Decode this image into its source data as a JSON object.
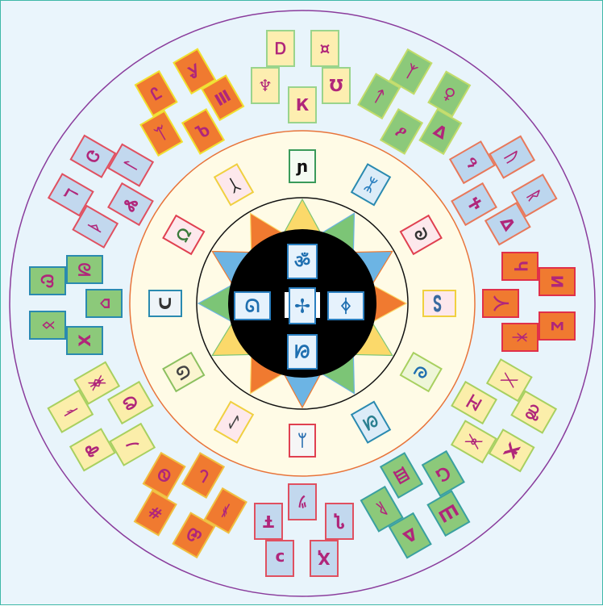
{
  "colors": {
    "background": "#eaf5fc",
    "frame": "#3fb8a8",
    "outer_ring": "#8a3c9c",
    "middle_ring": "#e8743a",
    "middle_fill": "#fffbe6",
    "inner_ring": "#111111",
    "disk": "#000000",
    "glyph_outer": "#b0267a",
    "glyph_center": "#1f6fb0",
    "center_card": "#e6f2fc",
    "center_card_border": "#2a7fc0"
  },
  "star_colors": [
    "#fbd96a",
    "#7cc576",
    "#6cb4e4",
    "#f07a30"
  ],
  "outer_groups": [
    {
      "fill": "#fdeeb0",
      "border": "#9ad48c",
      "glyphs": [
        "Ꭰ",
        "¤",
        "♆",
        "К",
        "Ʊ"
      ]
    },
    {
      "fill": "#8cc97a",
      "border": "#c2dc6a",
      "glyphs": [
        "ᛉ",
        "♀",
        "ᛏ",
        "ዖ",
        "Δ"
      ]
    },
    {
      "fill": "#bcd6ee",
      "border": "#e8785a",
      "glyphs": [
        "ᚢ",
        "ᚱ",
        "ዓ",
        "Ⴕ",
        "Δ"
      ]
    },
    {
      "fill": "#f07a30",
      "border": "#e0304a",
      "glyphs": [
        "ⵍ",
        "ⵉ",
        "Ⴗ",
        "人",
        "ᛡ"
      ]
    },
    {
      "fill": "#fbeeaa",
      "border": "#a8d060",
      "glyphs": [
        "ൻ",
        "ⵅ",
        "ᚷ",
        "ヱ",
        "ᚸ"
      ]
    },
    {
      "fill": "#8cc97a",
      "border": "#3aa0a0",
      "glyphs": [
        "Ш",
        "Δ",
        "Ⴚ",
        "目",
        "ᚱ"
      ]
    },
    {
      "fill": "#c2d8ee",
      "border": "#e05060",
      "glyphs": [
        "Ҳ",
        "ↄ",
        "Ⴂ",
        "ﾂ",
        "Ŧ"
      ]
    },
    {
      "fill": "#f07a30",
      "border": "#f0c040",
      "glyphs": [
        "Ꮿ",
        "#",
        "ᚬ",
        "ᘂ",
        "Ꮻ"
      ]
    },
    {
      "fill": "#fbeeaa",
      "border": "#a8d060",
      "glyphs": [
        "Ꮘ",
        "ᛓ",
        "ﾉ",
        "Ꮼ",
        "ᛤ"
      ]
    },
    {
      "fill": "#8cc97a",
      "border": "#2a8ab0",
      "glyphs": [
        "ᛟ",
        "Ꮗ",
        "ⵝ",
        "⌂",
        "ᘗ"
      ]
    },
    {
      "fill": "#c2d8ee",
      "border": "#e05060",
      "glyphs": [
        "ℸ",
        "Ꮳ",
        "ᚦ",
        "Ꮬ",
        "ᛚ"
      ]
    },
    {
      "fill": "#f07a30",
      "border": "#f0e030",
      "glyphs": [
        "Ꮭ",
        "Ꮍ",
        "ᛠ",
        "Ⴆ",
        "Ⅲ"
      ]
    }
  ],
  "inner_cards": [
    {
      "fill": "#f4fbf2",
      "border": "#3a9a5a",
      "glyph": "ɲ",
      "color": "#111111"
    },
    {
      "fill": "#dcecf8",
      "border": "#2a8ab0",
      "glyph": "ᛯ",
      "color": "#2a7fc0"
    },
    {
      "fill": "#fde8ec",
      "border": "#e04050",
      "glyph": "ᘐ",
      "color": "#333333"
    },
    {
      "fill": "#fde8ec",
      "border": "#f0d040",
      "glyph": "ᔕ",
      "color": "#3a6aa0"
    },
    {
      "fill": "#eef6d8",
      "border": "#a8d060",
      "glyph": "ᘓ",
      "color": "#1f6fb0"
    },
    {
      "fill": "#dcecf8",
      "border": "#2a8ab0",
      "glyph": "ᘛ",
      "color": "#2a7f90"
    },
    {
      "fill": "#f6f6f6",
      "border": "#e04050",
      "glyph": "ᛦ",
      "color": "#2a6fb0"
    },
    {
      "fill": "#fde8ec",
      "border": "#f0d040",
      "glyph": "ᛇ",
      "color": "#444444"
    },
    {
      "fill": "#fbf5d0",
      "border": "#8cc060",
      "glyph": "ᘎ",
      "color": "#444444"
    },
    {
      "fill": "#eef4f8",
      "border": "#2a8ab0",
      "glyph": "ᑕ",
      "color": "#333333"
    },
    {
      "fill": "#fde8ec",
      "border": "#e04050",
      "glyph": "ᘯ",
      "color": "#3a7a3a"
    },
    {
      "fill": "#fde8ec",
      "border": "#f0d040",
      "glyph": "ᛸ",
      "color": "#222222"
    }
  ],
  "center_cards": {
    "top": "ॐ",
    "right": "ᛄ",
    "bottom": "ᘙ",
    "left": "ᘏ",
    "middle": "✢"
  }
}
